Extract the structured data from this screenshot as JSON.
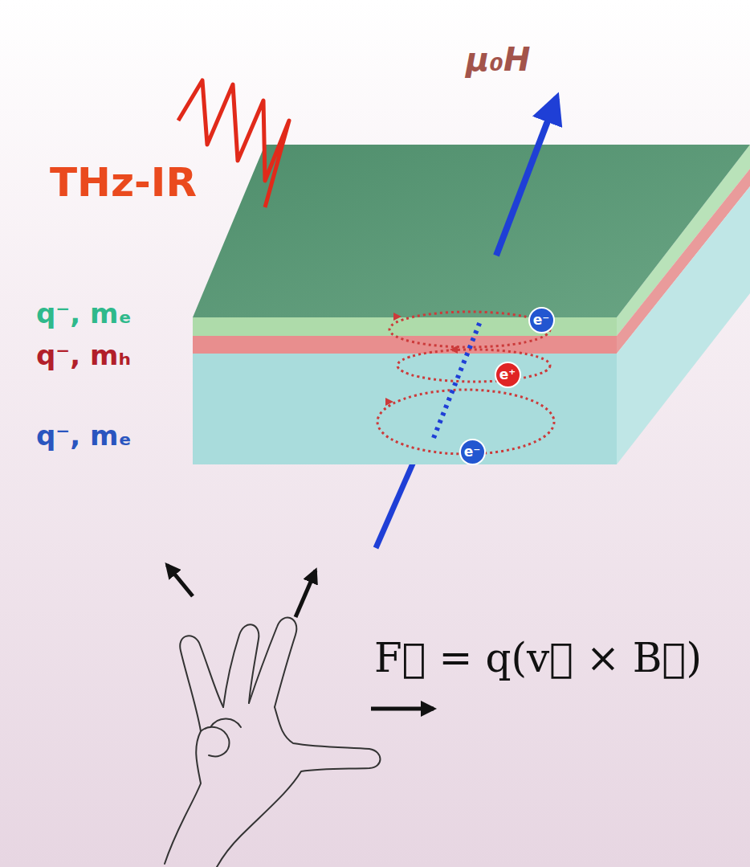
{
  "diagram": {
    "nodes": [
      {
        "text": [
          "e⁻"
        ]
      },
      {
        "text": [
          "e⁺"
        ]
      },
      {
        "text": [
          "e⁻"
        ]
      }
    ],
    "labels": [
      "THz-IR",
      "μ₀H",
      "q⁻, mₑ",
      "q⁻, mₕ",
      "q⁻, mₑ",
      "F⃗ = q(v⃗ × B⃗)"
    ]
  }
}
